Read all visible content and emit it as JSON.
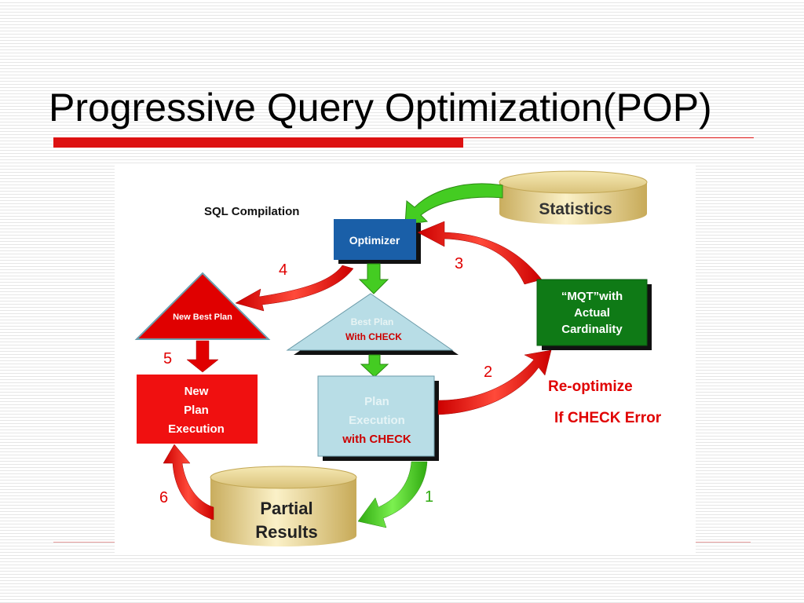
{
  "slide": {
    "title": "Progressive Query Optimization(POP)"
  },
  "diagram": {
    "sql_compilation": "SQL Compilation",
    "statistics": "Statistics",
    "optimizer": "Optimizer",
    "best_plan": [
      "Best Plan",
      "With CHECK"
    ],
    "new_best_plan": "New Best Plan",
    "plan_execution": [
      "Plan",
      "Execution",
      "with CHECK"
    ],
    "new_plan_execution": [
      "New",
      "Plan",
      "Execution"
    ],
    "mqt": [
      "“MQT”with",
      "Actual",
      "Cardinality"
    ],
    "reoptimize": [
      "Re-optimize",
      "If CHECK Error"
    ],
    "partial_results": [
      "Partial",
      "Results"
    ],
    "steps": [
      "1",
      "2",
      "3",
      "4",
      "5",
      "6"
    ],
    "colors": {
      "red": "#e00000",
      "green": "#44cc22",
      "optimizer_blue": "#1a5fa8",
      "mqt_green": "#0f7a16",
      "light_blue": "#b8dde6",
      "cylinder_gold": "#d9c27a"
    }
  }
}
